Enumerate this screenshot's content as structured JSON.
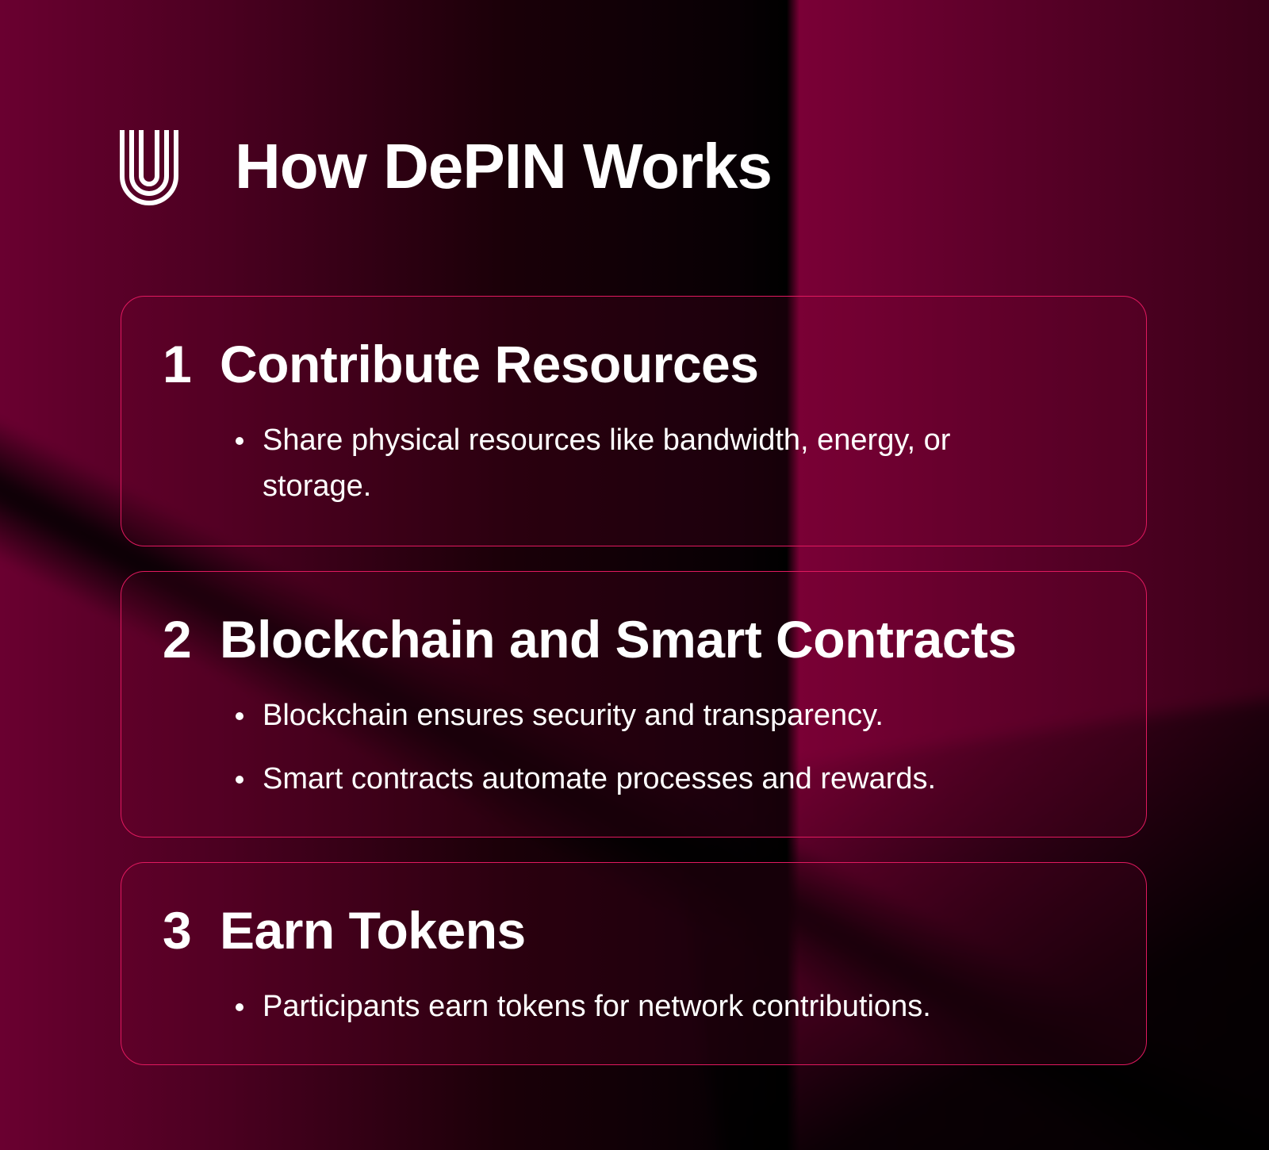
{
  "title": "How DePIN Works",
  "logo_icon": "u-stripes-logo",
  "accent_color": "#e0195f",
  "steps": [
    {
      "number": "1",
      "heading": "Contribute Resources",
      "bullets": [
        "Share physical resources like bandwidth, energy, or storage."
      ]
    },
    {
      "number": "2",
      "heading": "Blockchain and Smart Contracts",
      "bullets": [
        "Blockchain ensures security and transparency.",
        "Smart contracts automate processes and rewards."
      ]
    },
    {
      "number": "3",
      "heading": "Earn Tokens",
      "bullets": [
        "Participants earn tokens for network contributions."
      ]
    }
  ]
}
